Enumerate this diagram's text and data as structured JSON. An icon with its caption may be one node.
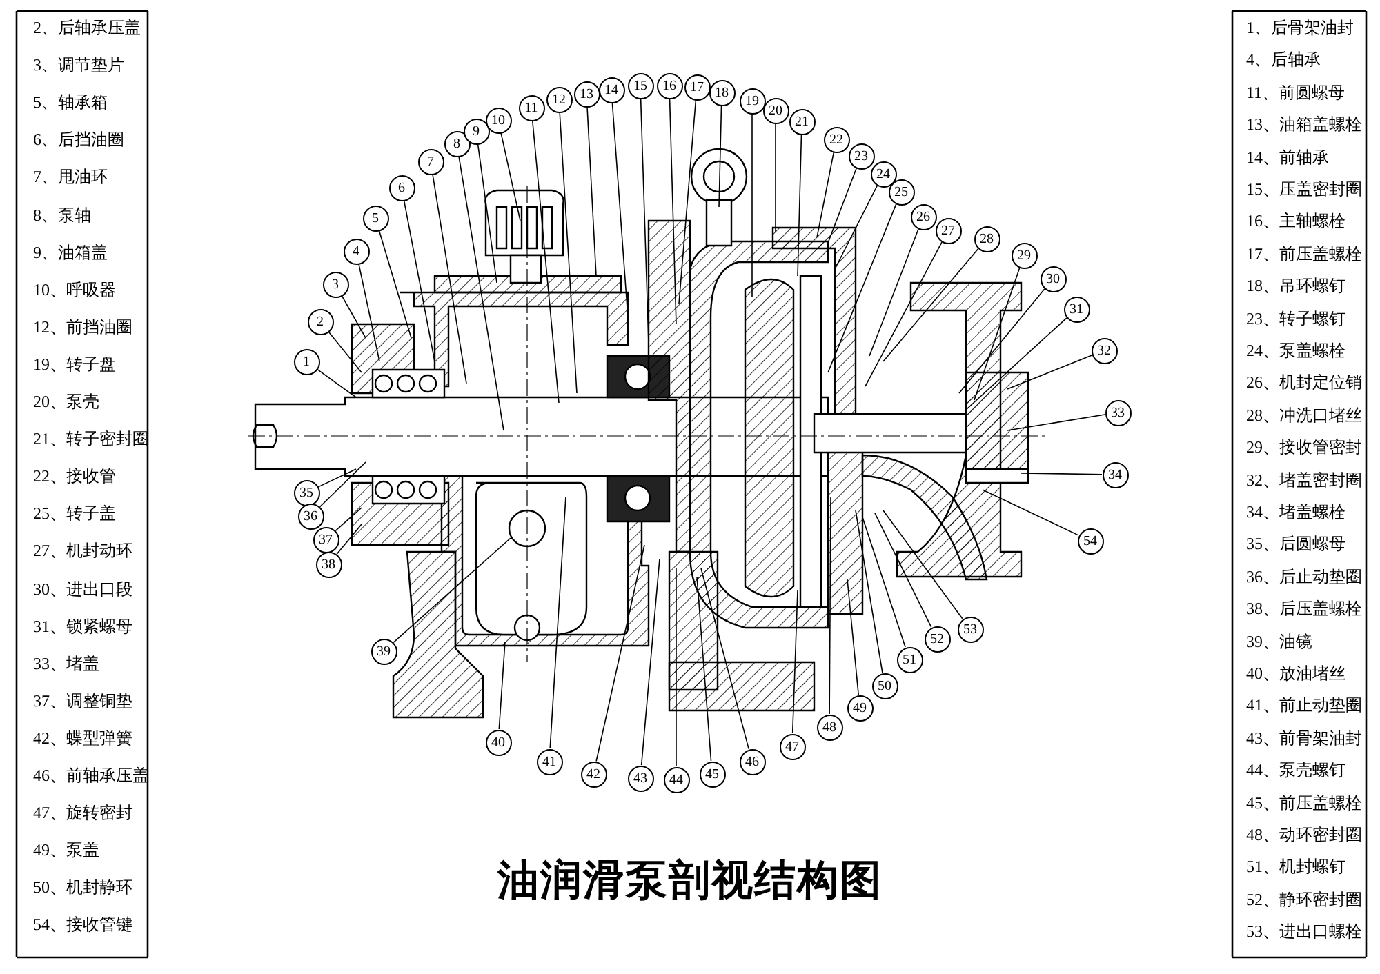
{
  "diagram": {
    "title": "油润滑泵剖视结构图",
    "nodes": [
      {
        "text": [
          "1"
        ]
      },
      {
        "text": [
          "2"
        ]
      },
      {
        "text": [
          "3"
        ]
      },
      {
        "text": [
          "4"
        ]
      },
      {
        "text": [
          "5"
        ]
      },
      {
        "text": [
          "6"
        ]
      },
      {
        "text": [
          "7"
        ]
      },
      {
        "text": [
          "8"
        ]
      },
      {
        "text": [
          "9"
        ]
      },
      {
        "text": [
          "10"
        ]
      },
      {
        "text": [
          "11"
        ]
      },
      {
        "text": [
          "12"
        ]
      },
      {
        "text": [
          "13"
        ]
      },
      {
        "text": [
          "14"
        ]
      },
      {
        "text": [
          "15"
        ]
      },
      {
        "text": [
          "16"
        ]
      },
      {
        "text": [
          "17"
        ]
      },
      {
        "text": [
          "18"
        ]
      },
      {
        "text": [
          "19"
        ]
      },
      {
        "text": [
          "20"
        ]
      },
      {
        "text": [
          "21"
        ]
      },
      {
        "text": [
          "22"
        ]
      },
      {
        "text": [
          "23"
        ]
      },
      {
        "text": [
          "24"
        ]
      },
      {
        "text": [
          "25"
        ]
      },
      {
        "text": [
          "26"
        ]
      },
      {
        "text": [
          "27"
        ]
      },
      {
        "text": [
          "28"
        ]
      },
      {
        "text": [
          "29"
        ]
      },
      {
        "text": [
          "30"
        ]
      },
      {
        "text": [
          "31"
        ]
      },
      {
        "text": [
          "32"
        ]
      },
      {
        "text": [
          "33"
        ]
      },
      {
        "text": [
          "34"
        ]
      },
      {
        "text": [
          "35"
        ]
      },
      {
        "text": [
          "36"
        ]
      },
      {
        "text": [
          "37"
        ]
      },
      {
        "text": [
          "38"
        ]
      },
      {
        "text": [
          "39"
        ]
      },
      {
        "text": [
          "40"
        ]
      },
      {
        "text": [
          "41"
        ]
      },
      {
        "text": [
          "42"
        ]
      },
      {
        "text": [
          "43"
        ]
      },
      {
        "text": [
          "44"
        ]
      },
      {
        "text": [
          "45"
        ]
      },
      {
        "text": [
          "46"
        ]
      },
      {
        "text": [
          "47"
        ]
      },
      {
        "text": [
          "48"
        ]
      },
      {
        "text": [
          "49"
        ]
      },
      {
        "text": [
          "50"
        ]
      },
      {
        "text": [
          "51"
        ]
      },
      {
        "text": [
          "52"
        ]
      },
      {
        "text": [
          "53"
        ]
      },
      {
        "text": [
          "54"
        ]
      }
    ],
    "edges": [
      {
        "from": 0,
        "to": null,
        "arrow": "none"
      },
      {
        "from": 1,
        "to": null,
        "arrow": "none"
      },
      {
        "from": 2,
        "to": null,
        "arrow": "none"
      },
      {
        "from": 3,
        "to": null,
        "arrow": "none"
      },
      {
        "from": 4,
        "to": null,
        "arrow": "none"
      },
      {
        "from": 5,
        "to": null,
        "arrow": "none"
      },
      {
        "from": 6,
        "to": null,
        "arrow": "none"
      },
      {
        "from": 7,
        "to": null,
        "arrow": "none"
      },
      {
        "from": 8,
        "to": null,
        "arrow": "none"
      },
      {
        "from": 9,
        "to": null,
        "arrow": "none"
      },
      {
        "from": 10,
        "to": null,
        "arrow": "none"
      },
      {
        "from": 11,
        "to": null,
        "arrow": "none"
      },
      {
        "from": 12,
        "to": null,
        "arrow": "none"
      },
      {
        "from": 13,
        "to": null,
        "arrow": "none"
      },
      {
        "from": 14,
        "to": null,
        "arrow": "none"
      },
      {
        "from": 15,
        "to": null,
        "arrow": "none"
      },
      {
        "from": 16,
        "to": null,
        "arrow": "none"
      },
      {
        "from": 17,
        "to": null,
        "arrow": "none"
      },
      {
        "from": 18,
        "to": null,
        "arrow": "none"
      },
      {
        "from": 19,
        "to": null,
        "arrow": "none"
      },
      {
        "from": 20,
        "to": null,
        "arrow": "none"
      },
      {
        "from": 21,
        "to": null,
        "arrow": "none"
      },
      {
        "from": 22,
        "to": null,
        "arrow": "none"
      },
      {
        "from": 23,
        "to": null,
        "arrow": "none"
      },
      {
        "from": 24,
        "to": null,
        "arrow": "none"
      },
      {
        "from": 25,
        "to": null,
        "arrow": "none"
      },
      {
        "from": 26,
        "to": null,
        "arrow": "none"
      },
      {
        "from": 27,
        "to": null,
        "arrow": "none"
      },
      {
        "from": 28,
        "to": null,
        "arrow": "none"
      },
      {
        "from": 29,
        "to": null,
        "arrow": "none"
      },
      {
        "from": 30,
        "to": null,
        "arrow": "none"
      },
      {
        "from": 31,
        "to": null,
        "arrow": "none"
      },
      {
        "from": 32,
        "to": null,
        "arrow": "none"
      },
      {
        "from": 33,
        "to": null,
        "arrow": "none"
      },
      {
        "from": 34,
        "to": null,
        "arrow": "none"
      },
      {
        "from": 35,
        "to": null,
        "arrow": "none"
      },
      {
        "from": 36,
        "to": null,
        "arrow": "none"
      },
      {
        "from": 37,
        "to": null,
        "arrow": "none"
      },
      {
        "from": 38,
        "to": null,
        "arrow": "none"
      },
      {
        "from": 39,
        "to": null,
        "arrow": "none"
      },
      {
        "from": 40,
        "to": null,
        "arrow": "none"
      },
      {
        "from": 41,
        "to": null,
        "arrow": "none"
      },
      {
        "from": 42,
        "to": null,
        "arrow": "none"
      },
      {
        "from": 43,
        "to": null,
        "arrow": "none"
      },
      {
        "from": 44,
        "to": null,
        "arrow": "none"
      },
      {
        "from": 45,
        "to": null,
        "arrow": "none"
      },
      {
        "from": 46,
        "to": null,
        "arrow": "none"
      },
      {
        "from": 47,
        "to": null,
        "arrow": "none"
      },
      {
        "from": 48,
        "to": null,
        "arrow": "none"
      },
      {
        "from": 49,
        "to": null,
        "arrow": "none"
      },
      {
        "from": 50,
        "to": null,
        "arrow": "none"
      },
      {
        "from": 51,
        "to": null,
        "arrow": "none"
      },
      {
        "from": 52,
        "to": null,
        "arrow": "none"
      },
      {
        "from": 53,
        "to": null,
        "arrow": "none"
      }
    ],
    "labels": [
      "2、后轴承压盖",
      "3、调节垫片",
      "5、轴承箱",
      "6、后挡油圈",
      "7、甩油环",
      "8、泵轴",
      "9、油箱盖",
      "10、呼吸器",
      "12、前挡油圈",
      "19、转子盘",
      "20、泵壳",
      "21、转子密封圈",
      "22、接收管",
      "25、转子盖",
      "27、机封动环",
      "30、进出口段",
      "31、锁紧螺母",
      "33、堵盖",
      "37、调整铜垫",
      "42、蝶型弹簧",
      "46、前轴承压盖",
      "47、旋转密封",
      "49、泵盖",
      "50、机封静环",
      "54、接收管键",
      "1、后骨架油封",
      "4、后轴承",
      "11、前圆螺母",
      "13、油箱盖螺栓",
      "14、前轴承",
      "15、压盖密封圈",
      "16、主轴螺栓",
      "17、前压盖螺栓",
      "18、吊环螺钉",
      "23、转子螺钉",
      "24、泵盖螺栓",
      "26、机封定位销",
      "28、冲洗口堵丝",
      "29、接收管密封",
      "32、堵盖密封圈",
      "34、堵盖螺栓",
      "35、后圆螺母",
      "36、后止动垫圈",
      "38、后压盖螺栓",
      "39、油镜",
      "40、放油堵丝",
      "41、前止动垫圈",
      "43、前骨架油封",
      "44、泵壳螺钉",
      "45、前压盖螺栓",
      "48、动环密封圈",
      "51、机封螺钉",
      "52、静环密封圈",
      "53、进出口螺栓"
    ]
  }
}
